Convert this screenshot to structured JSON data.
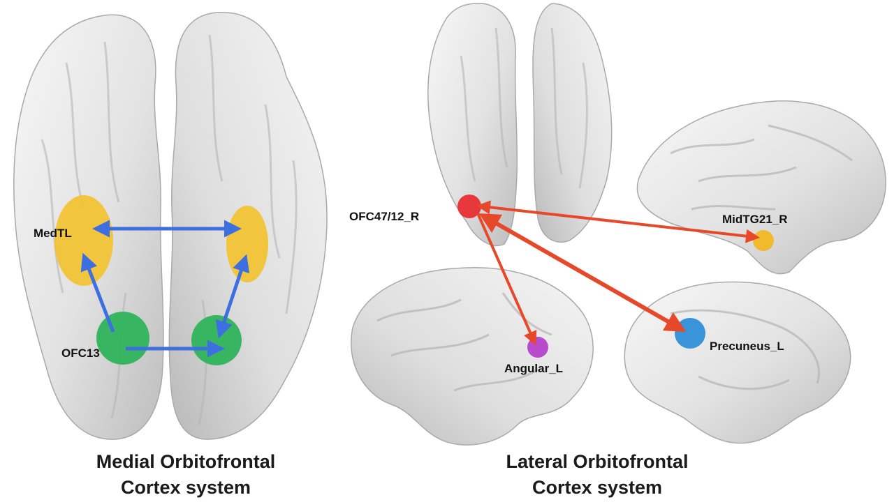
{
  "panels": {
    "medial": {
      "caption_line1": "Medial Orbitofrontal",
      "caption_line2": "Cortex system",
      "regions": {
        "medtl": "MedTL",
        "ofc13": "OFC13"
      }
    },
    "lateral": {
      "caption_line1": "Lateral Orbitofrontal",
      "caption_line2": "Cortex system",
      "regions": {
        "ofc47": "OFC47/12_R",
        "midtg": "MidTG21_R",
        "angular": "Angular_L",
        "precuneus": "Precuneus_L"
      }
    }
  },
  "colors": {
    "medtl": "#f2c230",
    "ofc13": "#2eb35a",
    "ofc47": "#e8262b",
    "midtg": "#f2b825",
    "angular": "#b23ac8",
    "precuneus": "#2f8fd8",
    "medial_arrow": "#3d6fe0",
    "lateral_arrow": "#e8482a"
  }
}
